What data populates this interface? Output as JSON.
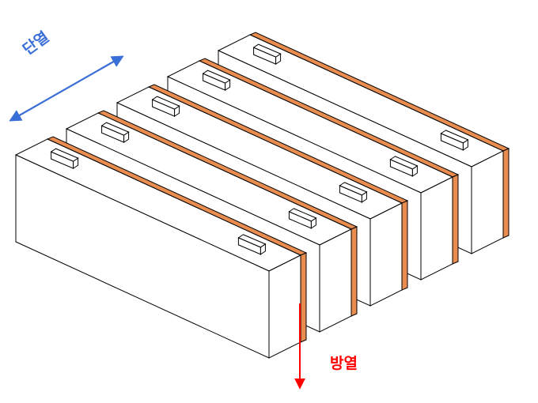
{
  "labels": {
    "insulation": "단열",
    "heat_dissipation": "방열"
  },
  "colors": {
    "insulation": "#3a6fd8",
    "heat_dissipation": "#ff0000",
    "sheet_front": "#f4a976",
    "sheet_edge": "#e88d4f",
    "outline": "#000000",
    "cell_fill": "#ffffff"
  },
  "cell_count": 5,
  "sheet_count": 5
}
